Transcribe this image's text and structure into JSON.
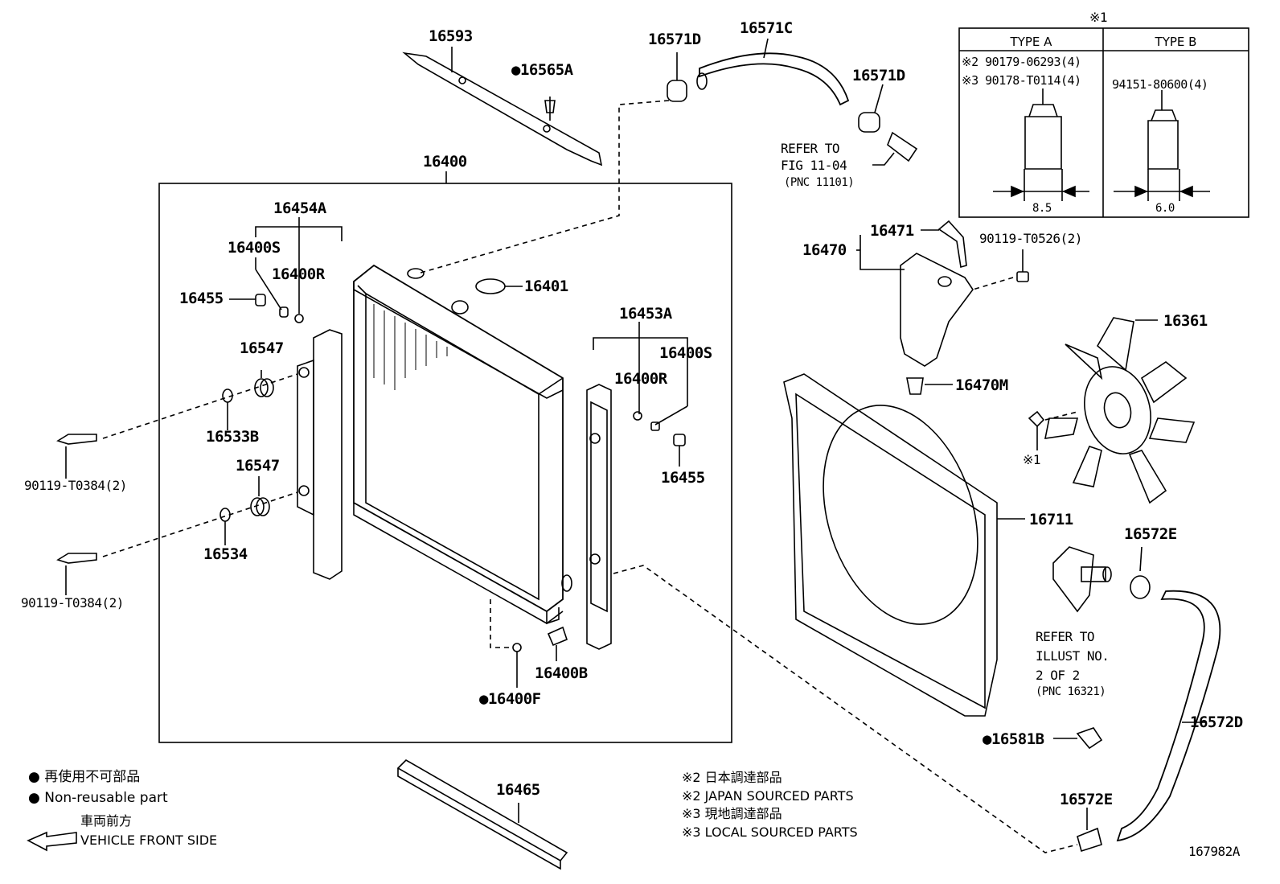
{
  "diagram_id": "167982A",
  "labels": {
    "p16593": "16593",
    "p16565A": "●16565A",
    "p16571D_a": "16571D",
    "p16571C": "16571C",
    "p16571D_b": "16571D",
    "p16400": "16400",
    "p16454A": "16454A",
    "p16400S_a": "16400S",
    "p16400R_a": "16400R",
    "p16455_a": "16455",
    "p16401": "16401",
    "p16547_a": "16547",
    "p16533B": "16533B",
    "p16547_b": "16547",
    "p16534": "16534",
    "p90119_a": "90119-T0384(2)",
    "p90119_b": "90119-T0384(2)",
    "p16453A": "16453A",
    "p16400S_b": "16400S",
    "p16400R_b": "16400R",
    "p16455_b": "16455",
    "p16400B": "16400B",
    "p16400F": "●16400F",
    "p16465": "16465",
    "p16470": "16470",
    "p16471": "16471",
    "p90119_c": "90119-T0526(2)",
    "p16470M": "16470M",
    "p16361": "16361",
    "p16711": "16711",
    "p16572E_a": "16572E",
    "p16572D": "16572D",
    "p16581B": "●16581B",
    "p16572E_b": "16572E",
    "star1": "※1",
    "star1_fan": "※1"
  },
  "refer_fig": {
    "line1": "REFER TO",
    "line2": "FIG 11-04",
    "line3": "(PNC 11101)"
  },
  "refer_illust": {
    "line1": "REFER TO",
    "line2": "ILLUST NO.",
    "line3": "2 OF 2",
    "line4": "(PNC 16321)"
  },
  "type_table": {
    "type_a": "TYPE A",
    "type_b": "TYPE B",
    "a_line1": "※2 90179-06293(4)",
    "a_line2": "※3 90178-T0114(4)",
    "b_line1": "94151-80600(4)",
    "a_dim": "8.5",
    "b_dim": "6.0"
  },
  "legend": {
    "jp_nonreuse": "再使用不可部品",
    "en_nonreuse": "Non-reusable part",
    "jp_front": "車両前方",
    "en_front": "VEHICLE FRONT SIDE"
  },
  "notes": {
    "n1": "※2 日本調達部品",
    "n2": "※2 JAPAN SOURCED PARTS",
    "n3": "※3 現地調達部品",
    "n4": "※3 LOCAL SOURCED PARTS"
  }
}
